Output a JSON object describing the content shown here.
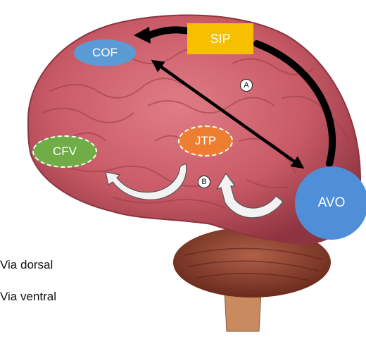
{
  "regions": {
    "sip": "SIP",
    "cof": "COF",
    "jtp": "JTP",
    "cfv": "CFV",
    "avo": "AVO"
  },
  "markers": {
    "a": "A",
    "b": "B"
  },
  "legend": {
    "dorsal": "Via dorsal",
    "ventral": "Via ventral"
  },
  "colors": {
    "sip": "#f6c000",
    "cof": "#5b9bd5",
    "jtp": "#ed7d31",
    "cfv": "#70ad47",
    "avo": "#4f8fd8",
    "brain": "#c85a66",
    "dorsal_arrow": "#000000",
    "ventral_arrow": "#ffffff"
  }
}
